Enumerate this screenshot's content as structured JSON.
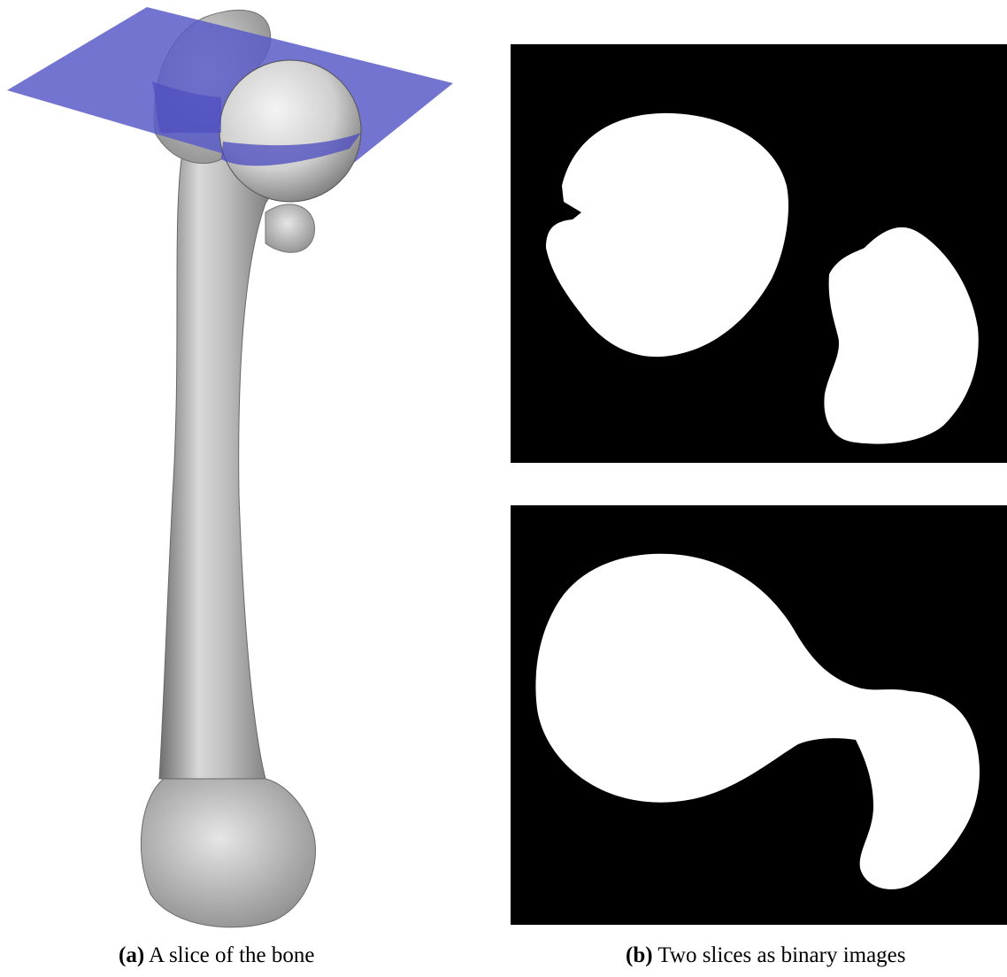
{
  "figure": {
    "subfigure_a": {
      "tag": "(a)",
      "caption": "A slice of the bone",
      "plane_color": "#5a5ac8",
      "bone_color": "#c8c8c8"
    },
    "subfigure_b": {
      "tag": "(b)",
      "caption": "Two slices as binary images",
      "foreground_color": "#ffffff",
      "background_color": "#000000"
    }
  }
}
